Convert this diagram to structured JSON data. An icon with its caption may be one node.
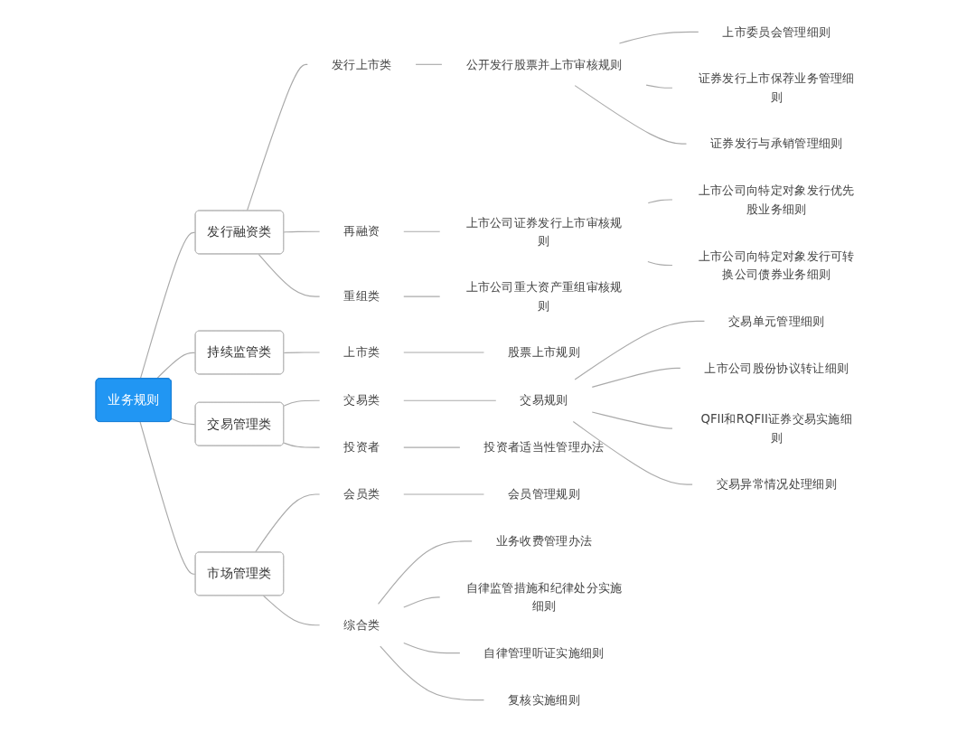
{
  "diagram": {
    "nodes": [
      {
        "text": [
          "业务规则"
        ]
      },
      {
        "text": [
          "发行融资类"
        ]
      },
      {
        "text": [
          "发行上市类"
        ]
      },
      {
        "text": [
          "公开发行股票并上市审核规则"
        ]
      },
      {
        "text": [
          "上市委员会管理细则"
        ]
      },
      {
        "text": [
          "证券发行上市保荐业务管理细则"
        ]
      },
      {
        "text": [
          "证券发行与承销管理细则"
        ]
      },
      {
        "text": [
          "再融资"
        ]
      },
      {
        "text": [
          "上市公司证券发行上市审核规则"
        ]
      },
      {
        "text": [
          "上市公司向特定对象发行优先股业务细则"
        ]
      },
      {
        "text": [
          "上市公司向特定对象发行可转换公司债券业务细则"
        ]
      },
      {
        "text": [
          "重组类"
        ]
      },
      {
        "text": [
          "上市公司重大资产重组审核规则"
        ]
      },
      {
        "text": [
          "持续监管类"
        ]
      },
      {
        "text": [
          "上市类"
        ]
      },
      {
        "text": [
          "股票上市规则"
        ]
      },
      {
        "text": [
          "交易管理类"
        ]
      },
      {
        "text": [
          "交易类"
        ]
      },
      {
        "text": [
          "交易规则"
        ]
      },
      {
        "text": [
          "交易单元管理细则"
        ]
      },
      {
        "text": [
          "上市公司股份协议转让细则"
        ]
      },
      {
        "text": [
          "QFII和RQFII证券交易实施细则"
        ]
      },
      {
        "text": [
          "交易异常情况处理细则"
        ]
      },
      {
        "text": [
          "投资者"
        ]
      },
      {
        "text": [
          "投资者适当性管理办法"
        ]
      },
      {
        "text": [
          "市场管理类"
        ]
      },
      {
        "text": [
          "会员类"
        ]
      },
      {
        "text": [
          "会员管理规则"
        ]
      },
      {
        "text": [
          "综合类"
        ]
      },
      {
        "text": [
          "业务收费管理办法"
        ]
      },
      {
        "text": [
          "自律监管措施和纪律处分实施细则"
        ]
      },
      {
        "text": [
          "自律管理听证实施细则"
        ]
      },
      {
        "text": [
          "复核实施细则"
        ]
      }
    ],
    "edges": [
      {
        "from": 0,
        "to": 1,
        "arrow": "none"
      },
      {
        "from": 1,
        "to": 2,
        "arrow": "none"
      },
      {
        "from": 2,
        "to": 3,
        "arrow": "none"
      },
      {
        "from": 3,
        "to": 4,
        "arrow": "none"
      },
      {
        "from": 3,
        "to": 5,
        "arrow": "none"
      },
      {
        "from": 3,
        "to": 6,
        "arrow": "none"
      },
      {
        "from": 1,
        "to": 7,
        "arrow": "none"
      },
      {
        "from": 7,
        "to": 8,
        "arrow": "none"
      },
      {
        "from": 8,
        "to": 9,
        "arrow": "none"
      },
      {
        "from": 8,
        "to": 10,
        "arrow": "none"
      },
      {
        "from": 1,
        "to": 11,
        "arrow": "none"
      },
      {
        "from": 11,
        "to": 12,
        "arrow": "none"
      },
      {
        "from": 0,
        "to": 13,
        "arrow": "none"
      },
      {
        "from": 13,
        "to": 14,
        "arrow": "none"
      },
      {
        "from": 14,
        "to": 15,
        "arrow": "none"
      },
      {
        "from": 0,
        "to": 16,
        "arrow": "none"
      },
      {
        "from": 16,
        "to": 17,
        "arrow": "none"
      },
      {
        "from": 17,
        "to": 18,
        "arrow": "none"
      },
      {
        "from": 18,
        "to": 19,
        "arrow": "none"
      },
      {
        "from": 18,
        "to": 20,
        "arrow": "none"
      },
      {
        "from": 18,
        "to": 21,
        "arrow": "none"
      },
      {
        "from": 18,
        "to": 22,
        "arrow": "none"
      },
      {
        "from": 16,
        "to": 23,
        "arrow": "none"
      },
      {
        "from": 23,
        "to": 24,
        "arrow": "none"
      },
      {
        "from": 0,
        "to": 25,
        "arrow": "none"
      },
      {
        "from": 25,
        "to": 26,
        "arrow": "none"
      },
      {
        "from": 26,
        "to": 27,
        "arrow": "none"
      },
      {
        "from": 25,
        "to": 28,
        "arrow": "none"
      },
      {
        "from": 28,
        "to": 29,
        "arrow": "none"
      },
      {
        "from": 28,
        "to": 30,
        "arrow": "none"
      },
      {
        "from": 28,
        "to": 31,
        "arrow": "none"
      },
      {
        "from": 28,
        "to": 32,
        "arrow": "none"
      }
    ]
  }
}
